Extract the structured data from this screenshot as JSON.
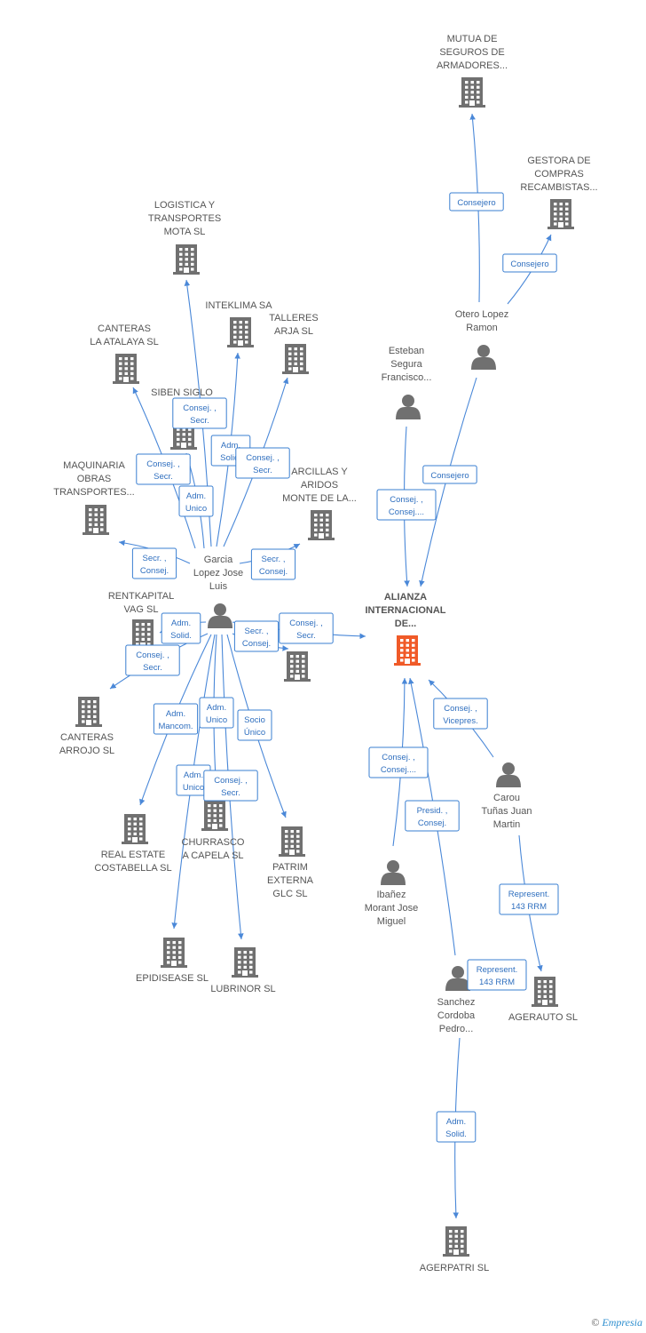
{
  "colors": {
    "edge": "#4a88d8",
    "icon": "#707070",
    "focus": "#f05a28",
    "label": "#555555"
  },
  "footer": {
    "copyright": "©",
    "brand": "Empresia"
  },
  "nodes": [
    {
      "id": "mutua",
      "kind": "company",
      "lines": [
        "MUTUA DE",
        "SEGUROS DE",
        "ARMADORES..."
      ]
    },
    {
      "id": "gestora",
      "kind": "company",
      "lines": [
        "GESTORA DE",
        "COMPRAS",
        "RECAMBISTAS..."
      ]
    },
    {
      "id": "otero",
      "kind": "person",
      "lines": [
        "Otero Lopez",
        "Ramon"
      ]
    },
    {
      "id": "esteban",
      "kind": "person",
      "lines": [
        "Esteban",
        "Segura",
        "Francisco..."
      ]
    },
    {
      "id": "logistica",
      "kind": "company",
      "lines": [
        "LOGISTICA Y",
        "TRANSPORTES",
        "MOTA SL"
      ]
    },
    {
      "id": "inteklima",
      "kind": "company",
      "lines": [
        "INTEKLIMA SA"
      ]
    },
    {
      "id": "talleres",
      "kind": "company",
      "lines": [
        "TALLERES",
        "ARJA SL"
      ]
    },
    {
      "id": "atalaya",
      "kind": "company",
      "lines": [
        "CANTERAS",
        "LA ATALAYA SL"
      ]
    },
    {
      "id": "siben",
      "kind": "company",
      "lines": [
        "SIBEN SIGLO",
        "X..."
      ]
    },
    {
      "id": "maquinaria",
      "kind": "company",
      "lines": [
        "MAQUINARIA",
        "OBRAS",
        "TRANSPORTES..."
      ]
    },
    {
      "id": "arcillas",
      "kind": "company",
      "lines": [
        "ARCILLAS Y",
        "ARIDOS",
        "MONTE DE LA..."
      ]
    },
    {
      "id": "garcia",
      "kind": "person",
      "lines": [
        "Garcia",
        "Lopez Jose",
        "Luis"
      ]
    },
    {
      "id": "alianza",
      "kind": "focus",
      "lines": [
        "ALIANZA",
        "INTERNACIONAL",
        "DE..."
      ]
    },
    {
      "id": "rentkapital",
      "kind": "company",
      "lines": [
        "RENTKAPITAL",
        "VAG SL"
      ]
    },
    {
      "id": "unnamed",
      "kind": "company",
      "lines": []
    },
    {
      "id": "arrojo",
      "kind": "company",
      "lines": [
        "CANTERAS",
        "ARROJO SL"
      ]
    },
    {
      "id": "carou",
      "kind": "person",
      "lines": [
        "Carou",
        "Tuñas Juan",
        "Martin"
      ]
    },
    {
      "id": "realestate",
      "kind": "company",
      "lines": [
        "REAL ESTATE",
        "COSTABELLA SL"
      ]
    },
    {
      "id": "churrasco",
      "kind": "company",
      "lines": [
        "CHURRASCO",
        "A CAPELA SL"
      ]
    },
    {
      "id": "patrim",
      "kind": "company",
      "lines": [
        "PATRIM",
        "EXTERNA",
        "GLC SL"
      ]
    },
    {
      "id": "ibanez",
      "kind": "person",
      "lines": [
        "Ibañez",
        "Morant Jose",
        "Miguel"
      ]
    },
    {
      "id": "epidisease",
      "kind": "company",
      "lines": [
        "EPIDISEASE SL"
      ]
    },
    {
      "id": "lubrinor",
      "kind": "company",
      "lines": [
        "LUBRINOR SL"
      ]
    },
    {
      "id": "agerauto",
      "kind": "company",
      "lines": [
        "AGERAUTO SL"
      ]
    },
    {
      "id": "sanchez",
      "kind": "person",
      "lines": [
        "Sanchez",
        "Cordoba",
        "Pedro..."
      ]
    },
    {
      "id": "agerpatri",
      "kind": "company",
      "lines": [
        "AGERPATRI SL"
      ]
    }
  ],
  "edges": [
    {
      "from": "otero",
      "to": "mutua",
      "label": [
        "Consejero"
      ]
    },
    {
      "from": "otero",
      "to": "gestora",
      "label": [
        "Consejero"
      ]
    },
    {
      "from": "otero",
      "to": "alianza",
      "label": [
        "Consejero"
      ]
    },
    {
      "from": "esteban",
      "to": "alianza",
      "label": [
        "Consej. ,",
        "Consej...."
      ]
    },
    {
      "from": "garcia",
      "to": "logistica",
      "label": [
        "Consej. ,",
        "Secr."
      ]
    },
    {
      "from": "garcia",
      "to": "inteklima",
      "label": [
        "Adm.",
        "Solid."
      ]
    },
    {
      "from": "garcia",
      "to": "talleres",
      "label": [
        "Consej. ,",
        "Secr."
      ]
    },
    {
      "from": "garcia",
      "to": "atalaya",
      "label": [
        "Consej. ,",
        "Secr."
      ]
    },
    {
      "from": "garcia",
      "to": "siben",
      "label": [
        "Adm.",
        "Unico"
      ]
    },
    {
      "from": "garcia",
      "to": "maquinaria",
      "label": [
        "Secr. ,",
        "Consej."
      ]
    },
    {
      "from": "garcia",
      "to": "arcillas",
      "label": [
        "Secr. ,",
        "Consej."
      ]
    },
    {
      "from": "garcia",
      "to": "alianza",
      "label": [
        "Consej. ,",
        "Secr."
      ]
    },
    {
      "from": "garcia",
      "to": "unnamed",
      "label": [
        "Secr. ,",
        "Consej."
      ]
    },
    {
      "from": "garcia",
      "to": "rentkapital",
      "label": [
        "Adm.",
        "Solid."
      ]
    },
    {
      "from": "garcia",
      "to": "arrojo",
      "label": [
        "Consej. ,",
        "Secr."
      ]
    },
    {
      "from": "garcia",
      "to": "realestate",
      "label": [
        "Adm.",
        "Mancom."
      ]
    },
    {
      "from": "garcia",
      "to": "churrasco",
      "label": [
        "Adm.",
        "Unico"
      ]
    },
    {
      "from": "garcia",
      "to": "patrim",
      "label": [
        "Socio",
        "Único"
      ]
    },
    {
      "from": "garcia",
      "to": "epidisease",
      "label": [
        "Adm.",
        "Unico"
      ]
    },
    {
      "from": "garcia",
      "to": "lubrinor",
      "label": [
        "Consej. ,",
        "Secr."
      ]
    },
    {
      "from": "carou",
      "to": "alianza",
      "label": [
        "Consej. ,",
        "Vicepres."
      ]
    },
    {
      "from": "carou",
      "to": "agerauto",
      "label": [
        "Represent.",
        "143 RRM"
      ]
    },
    {
      "from": "ibanez",
      "to": "alianza",
      "label": [
        "Consej. ,",
        "Consej...."
      ]
    },
    {
      "from": "sanchez",
      "to": "alianza",
      "label": [
        "Presid. ,",
        "Consej."
      ]
    },
    {
      "from": "sanchez",
      "to": "agerauto",
      "label": [
        "Represent.",
        "143 RRM"
      ]
    },
    {
      "from": "sanchez",
      "to": "agerpatri",
      "label": [
        "Adm.",
        "Solid."
      ]
    }
  ]
}
